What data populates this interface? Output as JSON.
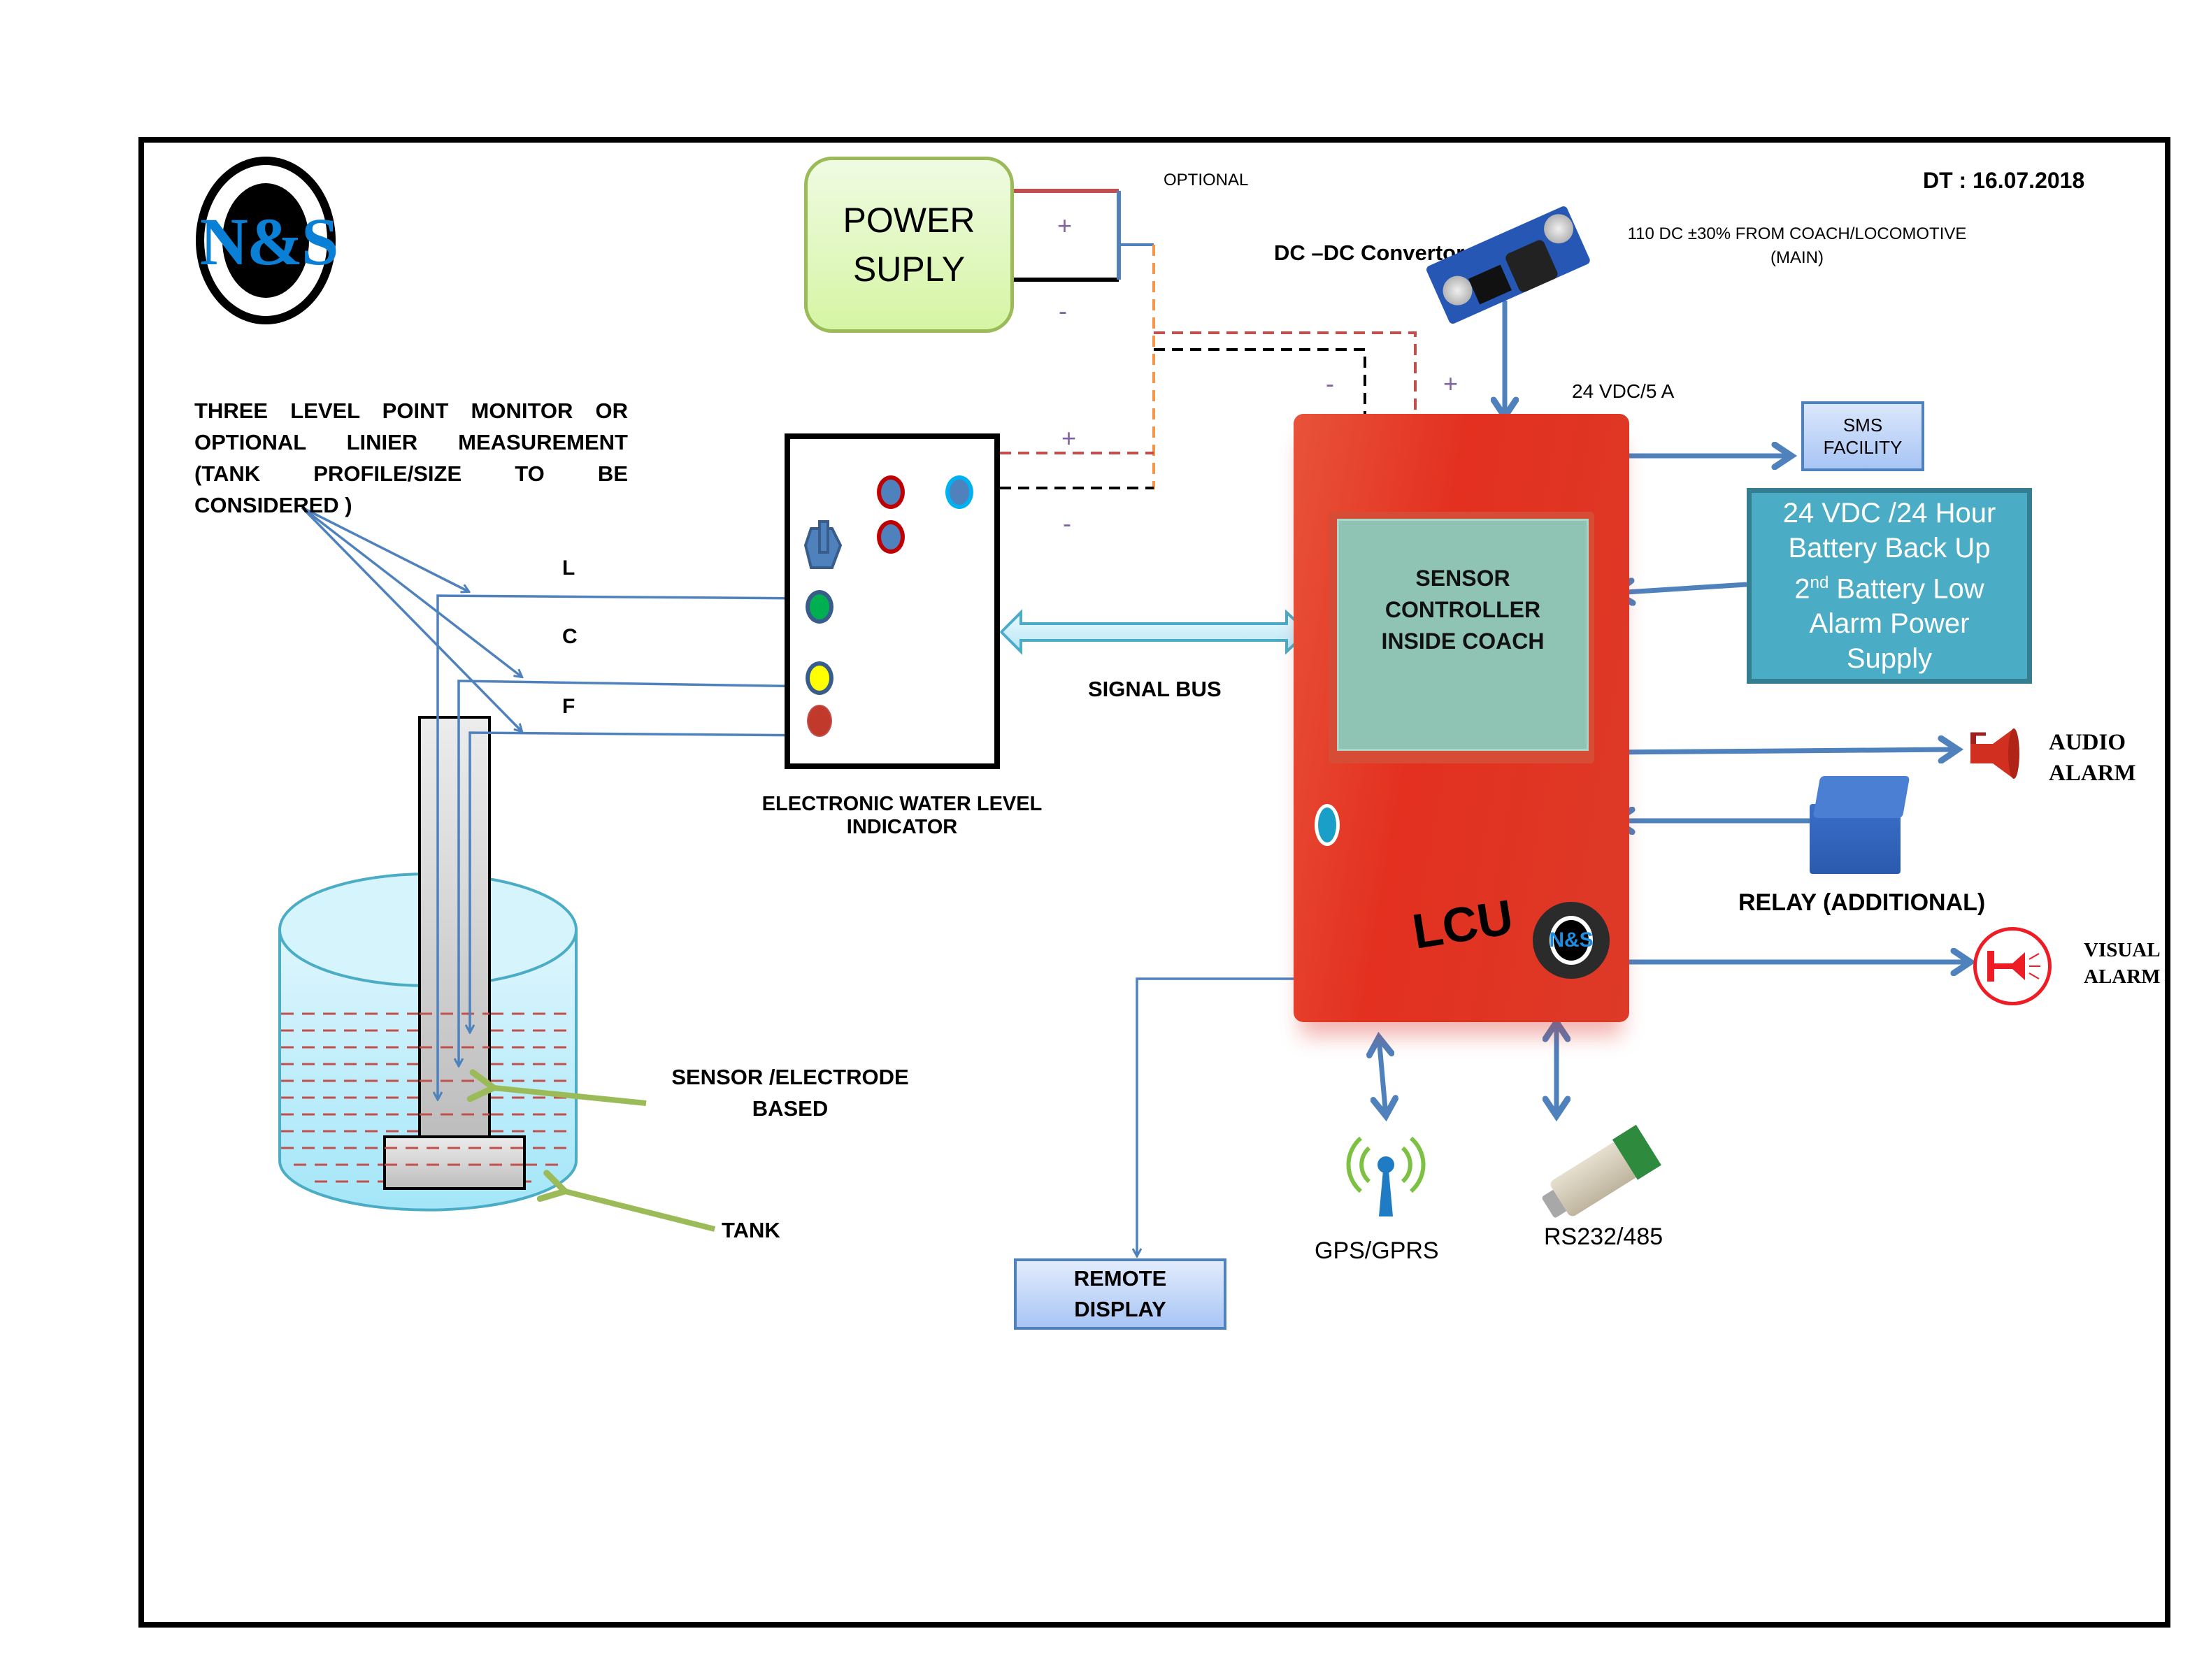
{
  "document": {
    "date": "DT : 16.07.2018",
    "logo_text": "N&S"
  },
  "description": "THREE LEVEL POINT MONITOR OR OPTIONAL LINIER MEASUREMENT (TANK PROFILE/SIZE TO BE CONSIDERED )",
  "power_supply": {
    "line1": "POWER",
    "line2": "SUPLY",
    "plus": "+",
    "minus": "-"
  },
  "optional_label": "OPTIONAL",
  "dcdc": {
    "label": "DC –DC Convertor",
    "input_note_line1": "110 DC ±30% FROM COACH/LOCOMOTIVE",
    "input_note_line2": "(MAIN)",
    "output_label": "24 VDC/5 A"
  },
  "polarity": {
    "ewli_plus": "+",
    "ewli_minus": "-",
    "lcu_minus": "-",
    "lcu_plus": "+"
  },
  "level_lines": [
    {
      "label": "L",
      "led_color": "#00b050"
    },
    {
      "label": "C",
      "led_color": "#ffff00"
    },
    {
      "label": "F",
      "led_color": "#c0392b"
    }
  ],
  "ewli": {
    "caption_line1": "ELECTRONIC WATER LEVEL",
    "caption_line2": "INDICATOR"
  },
  "signal_bus": "SIGNAL BUS",
  "lcu": {
    "screen_line1": "SENSOR",
    "screen_line2": "CONTROLLER",
    "screen_line3": "INSIDE COACH",
    "title": "LCU",
    "badge": "N&S"
  },
  "sms": {
    "line1": "SMS",
    "line2": "FACILITY"
  },
  "battery": {
    "line1": "24 VDC /24 Hour",
    "line2": "Battery Back Up",
    "line3_num": "2",
    "line3_sup": "nd",
    "line3_rest": " Battery Low",
    "line4": "Alarm Power",
    "line5": "Supply"
  },
  "audio_alarm": {
    "line1": "AUDIO",
    "line2": "ALARM"
  },
  "relay": "RELAY (ADDITIONAL)",
  "visual_alarm": {
    "line1": "VISUAL",
    "line2": "ALARM"
  },
  "gps": "GPS/GPRS",
  "rs232": "RS232/485",
  "remote_display": {
    "line1": "REMOTE",
    "line2": "DISPLAY"
  },
  "sensor_label": {
    "line1": "SENSOR /ELECTRODE",
    "line2": "BASED"
  },
  "tank_label": "TANK",
  "colors": {
    "wire_blue": "#4f81bd",
    "plus_dash": "#c0504d",
    "orange_dash": "#f79646",
    "water": "#b7ecf9",
    "arrow_green": "#9bbb59",
    "lcu_red": "#e3301f",
    "battery_teal": "#4bacc6"
  }
}
